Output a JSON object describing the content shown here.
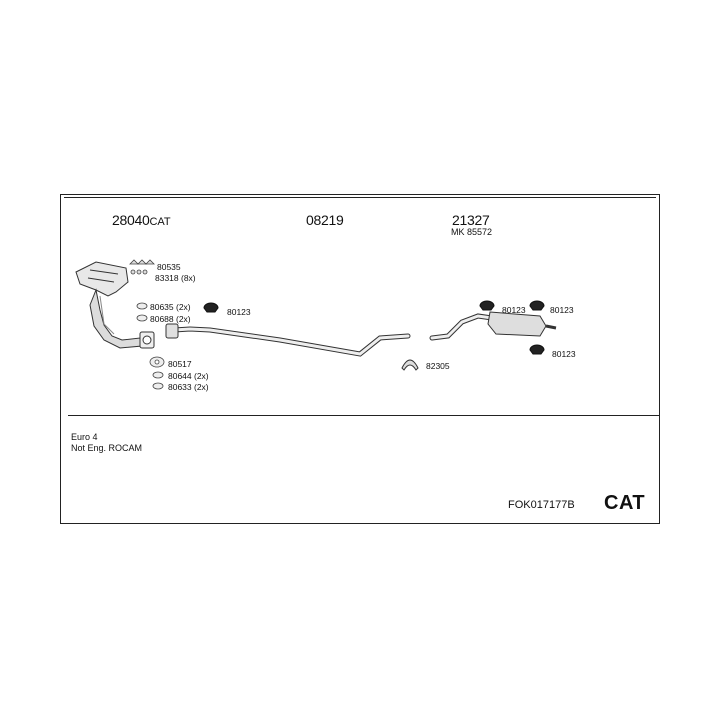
{
  "main_parts": {
    "catalyst": "28040",
    "catalyst_suffix": "CAT",
    "middle_pipe": "08219",
    "rear_silencer": "21327",
    "mk_ref": "MK 85572"
  },
  "fittings": {
    "f80535": "80535",
    "f83318": "83318 (8x)",
    "f80635": "80635 (2x)",
    "f80688": "80688 (2x)",
    "f80517": "80517",
    "f80644": "80644 (2x)",
    "f80633": "80633 (2x)",
    "f80123_a": "80123",
    "f80123_b": "80123",
    "f80123_c": "80123",
    "f80123_d": "80123",
    "f82305": "82305"
  },
  "notes": {
    "line1": "Euro 4",
    "line2": "Not Eng. ROCAM"
  },
  "footer": {
    "code": "FOK017177B",
    "badge": "CAT"
  }
}
